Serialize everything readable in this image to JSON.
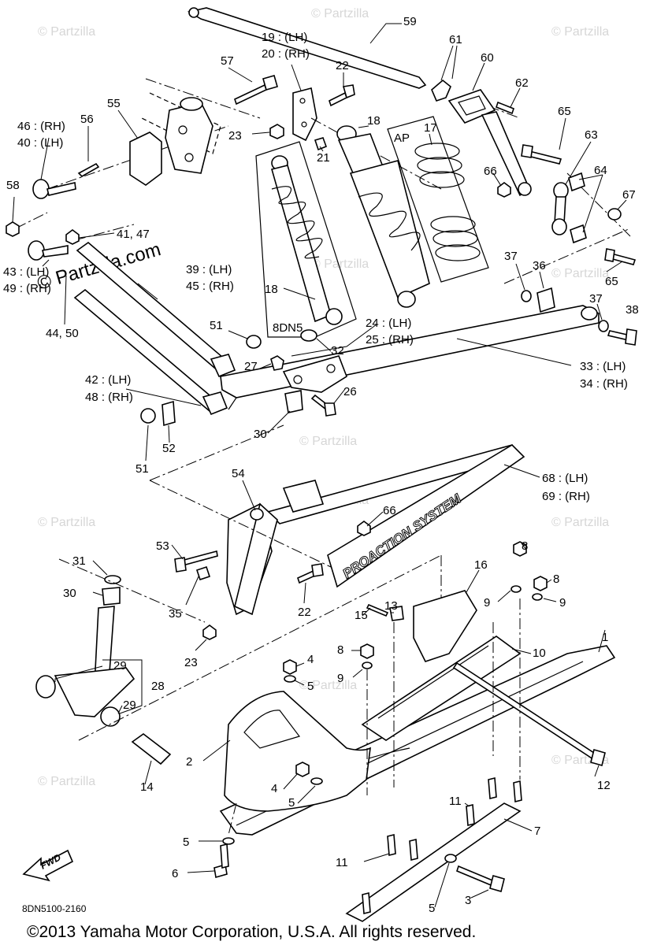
{
  "diagram_code": "8DN5100-2160",
  "copyright": "©2013 Yamaha Motor Corporation, U.S.A. All rights reserved.",
  "watermark": "© Partzilla",
  "watermark_main": "© Partzilla.com",
  "box_labels": {
    "shock_variant": "8DN5",
    "spring_variant": "AP"
  },
  "ski_logo": "PROACTION SYSTEM",
  "fwd_label": "FWD",
  "callouts": [
    {
      "id": "c59",
      "text": "59"
    },
    {
      "id": "c19",
      "text": "19 : (LH)"
    },
    {
      "id": "c20",
      "text": "20 : (RH)"
    },
    {
      "id": "c61",
      "text": "61"
    },
    {
      "id": "c60",
      "text": "60"
    },
    {
      "id": "c62",
      "text": "62"
    },
    {
      "id": "c57",
      "text": "57"
    },
    {
      "id": "c22a",
      "text": "22"
    },
    {
      "id": "c65a",
      "text": "65"
    },
    {
      "id": "c56",
      "text": "56"
    },
    {
      "id": "c55",
      "text": "55"
    },
    {
      "id": "c46",
      "text": "46 : (RH)"
    },
    {
      "id": "c40",
      "text": "40 : (LH)"
    },
    {
      "id": "c23a",
      "text": "23"
    },
    {
      "id": "c18a",
      "text": "18"
    },
    {
      "id": "c17",
      "text": "17"
    },
    {
      "id": "c63",
      "text": "63"
    },
    {
      "id": "c21",
      "text": "21"
    },
    {
      "id": "c66a",
      "text": "66"
    },
    {
      "id": "c64",
      "text": "64"
    },
    {
      "id": "c67",
      "text": "67"
    },
    {
      "id": "c58",
      "text": "58"
    },
    {
      "id": "c41",
      "text": "41, 47"
    },
    {
      "id": "c65b",
      "text": "65"
    },
    {
      "id": "c43",
      "text": "43 : (LH)"
    },
    {
      "id": "c49",
      "text": "49 : (RH)"
    },
    {
      "id": "c39",
      "text": "39 : (LH)"
    },
    {
      "id": "c45",
      "text": "45 : (RH)"
    },
    {
      "id": "c18b",
      "text": "18"
    },
    {
      "id": "c37a",
      "text": "37"
    },
    {
      "id": "c36",
      "text": "36"
    },
    {
      "id": "c37b",
      "text": "37"
    },
    {
      "id": "c38",
      "text": "38"
    },
    {
      "id": "c44",
      "text": "44, 50"
    },
    {
      "id": "c51a",
      "text": "51"
    },
    {
      "id": "c24",
      "text": "24 : (LH)"
    },
    {
      "id": "c25",
      "text": "25 : (RH)"
    },
    {
      "id": "c32",
      "text": "32"
    },
    {
      "id": "c27",
      "text": "27"
    },
    {
      "id": "c33",
      "text": "33 : (LH)"
    },
    {
      "id": "c34",
      "text": "34 : (RH)"
    },
    {
      "id": "c42",
      "text": "42 : (LH)"
    },
    {
      "id": "c48",
      "text": "48 : (RH)"
    },
    {
      "id": "c26",
      "text": "26"
    },
    {
      "id": "c30a",
      "text": "30"
    },
    {
      "id": "c51b",
      "text": "51"
    },
    {
      "id": "c52",
      "text": "52"
    },
    {
      "id": "c68",
      "text": "68 : (LH)"
    },
    {
      "id": "c69",
      "text": "69 : (RH)"
    },
    {
      "id": "c54",
      "text": "54"
    },
    {
      "id": "c66b",
      "text": "66"
    },
    {
      "id": "c53",
      "text": "53"
    },
    {
      "id": "c31",
      "text": "31"
    },
    {
      "id": "c8a",
      "text": "8"
    },
    {
      "id": "c16",
      "text": "16"
    },
    {
      "id": "c8b",
      "text": "8"
    },
    {
      "id": "c30b",
      "text": "30"
    },
    {
      "id": "c9a",
      "text": "9"
    },
    {
      "id": "c9b",
      "text": "9"
    },
    {
      "id": "c35",
      "text": "35"
    },
    {
      "id": "c22b",
      "text": "22"
    },
    {
      "id": "c15",
      "text": "15"
    },
    {
      "id": "c13",
      "text": "13"
    },
    {
      "id": "c1",
      "text": "1"
    },
    {
      "id": "c10",
      "text": "10"
    },
    {
      "id": "c23b",
      "text": "23"
    },
    {
      "id": "c8c",
      "text": "8"
    },
    {
      "id": "c9c",
      "text": "9"
    },
    {
      "id": "c29a",
      "text": "29"
    },
    {
      "id": "c4a",
      "text": "4"
    },
    {
      "id": "c28",
      "text": "28"
    },
    {
      "id": "c5a",
      "text": "5"
    },
    {
      "id": "c29b",
      "text": "29"
    },
    {
      "id": "c2",
      "text": "2"
    },
    {
      "id": "c12",
      "text": "12"
    },
    {
      "id": "c14",
      "text": "14"
    },
    {
      "id": "c4b",
      "text": "4"
    },
    {
      "id": "c5b",
      "text": "5"
    },
    {
      "id": "c11a",
      "text": "11"
    },
    {
      "id": "c7",
      "text": "7"
    },
    {
      "id": "c5c",
      "text": "5"
    },
    {
      "id": "c6",
      "text": "6"
    },
    {
      "id": "c11b",
      "text": "11"
    },
    {
      "id": "c5d",
      "text": "5"
    },
    {
      "id": "c3",
      "text": "3"
    }
  ]
}
